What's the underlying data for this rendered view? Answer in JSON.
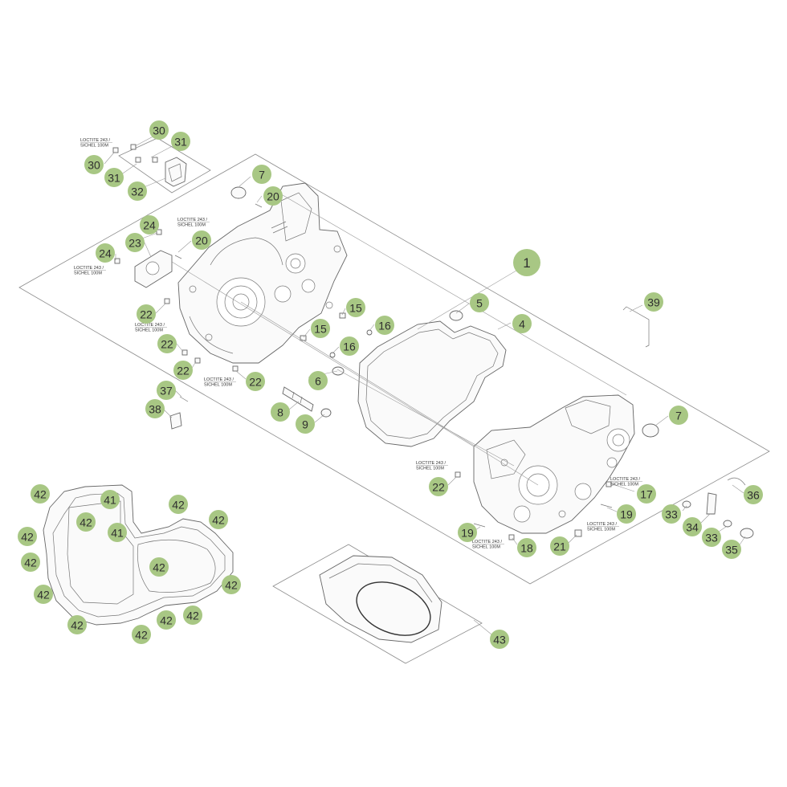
{
  "callouts": [
    {
      "id": "c30a",
      "label": "30"
    },
    {
      "id": "c31a",
      "label": "31"
    },
    {
      "id": "c30b",
      "label": "30"
    },
    {
      "id": "c31b",
      "label": "31"
    },
    {
      "id": "c32",
      "label": "32"
    },
    {
      "id": "c7a",
      "label": "7"
    },
    {
      "id": "c20a",
      "label": "20"
    },
    {
      "id": "c24a",
      "label": "24"
    },
    {
      "id": "c23",
      "label": "23"
    },
    {
      "id": "c20b",
      "label": "20"
    },
    {
      "id": "c24b",
      "label": "24"
    },
    {
      "id": "c1",
      "label": "1"
    },
    {
      "id": "c5",
      "label": "5"
    },
    {
      "id": "c39",
      "label": "39"
    },
    {
      "id": "c15a",
      "label": "15"
    },
    {
      "id": "c4",
      "label": "4"
    },
    {
      "id": "c16a",
      "label": "16"
    },
    {
      "id": "c15b",
      "label": "15"
    },
    {
      "id": "c22a",
      "label": "22"
    },
    {
      "id": "c16b",
      "label": "16"
    },
    {
      "id": "c22b",
      "label": "22"
    },
    {
      "id": "c22c",
      "label": "22"
    },
    {
      "id": "c6",
      "label": "6"
    },
    {
      "id": "c22d",
      "label": "22"
    },
    {
      "id": "c37",
      "label": "37"
    },
    {
      "id": "c8",
      "label": "8"
    },
    {
      "id": "c38",
      "label": "38"
    },
    {
      "id": "c9",
      "label": "9"
    },
    {
      "id": "c7b",
      "label": "7"
    },
    {
      "id": "c22e",
      "label": "22"
    },
    {
      "id": "c17",
      "label": "17"
    },
    {
      "id": "c36",
      "label": "36"
    },
    {
      "id": "c42a",
      "label": "42"
    },
    {
      "id": "c41a",
      "label": "41"
    },
    {
      "id": "c42b",
      "label": "42"
    },
    {
      "id": "c42c",
      "label": "42"
    },
    {
      "id": "c42d",
      "label": "42"
    },
    {
      "id": "c19a",
      "label": "19"
    },
    {
      "id": "c33a",
      "label": "33"
    },
    {
      "id": "c34",
      "label": "34"
    },
    {
      "id": "c33b",
      "label": "33"
    },
    {
      "id": "c42e",
      "label": "42"
    },
    {
      "id": "c41b",
      "label": "41"
    },
    {
      "id": "c19b",
      "label": "19"
    },
    {
      "id": "c18",
      "label": "18"
    },
    {
      "id": "c21",
      "label": "21"
    },
    {
      "id": "c35",
      "label": "35"
    },
    {
      "id": "c42f",
      "label": "42"
    },
    {
      "id": "c42g",
      "label": "42"
    },
    {
      "id": "c42h",
      "label": "42"
    },
    {
      "id": "c42i",
      "label": "42"
    },
    {
      "id": "c42j",
      "label": "42"
    },
    {
      "id": "c42k",
      "label": "42"
    },
    {
      "id": "c42l",
      "label": "42"
    },
    {
      "id": "c42m",
      "label": "42"
    },
    {
      "id": "c43",
      "label": "43"
    }
  ],
  "notes": {
    "n1": [
      "LOCTITE 243 /",
      "SICHEL 100M"
    ],
    "n2": [
      "LOCTITE 243 /",
      "SICHEL 100M"
    ],
    "n3": [
      "LOCTITE 243 /",
      "SICHEL 100M"
    ],
    "n4": [
      "LOCTITE 243 /",
      "SICHEL 100M"
    ],
    "n5": [
      "LOCTITE 243 /",
      "SICHEL 100M"
    ],
    "n6": [
      "LOCTITE 243 /",
      "SICHEL 100M"
    ],
    "n7": [
      "LOCTITE 243 /",
      "SICHEL 100M"
    ],
    "n8": [
      "LOCTITE 243 /",
      "SICHEL 100M"
    ],
    "n9": [
      "LOCTITE 243 /",
      "SICHEL 100M"
    ]
  },
  "colors": {
    "callout_fill": "#a8c784",
    "line": "#8c8c8c"
  }
}
